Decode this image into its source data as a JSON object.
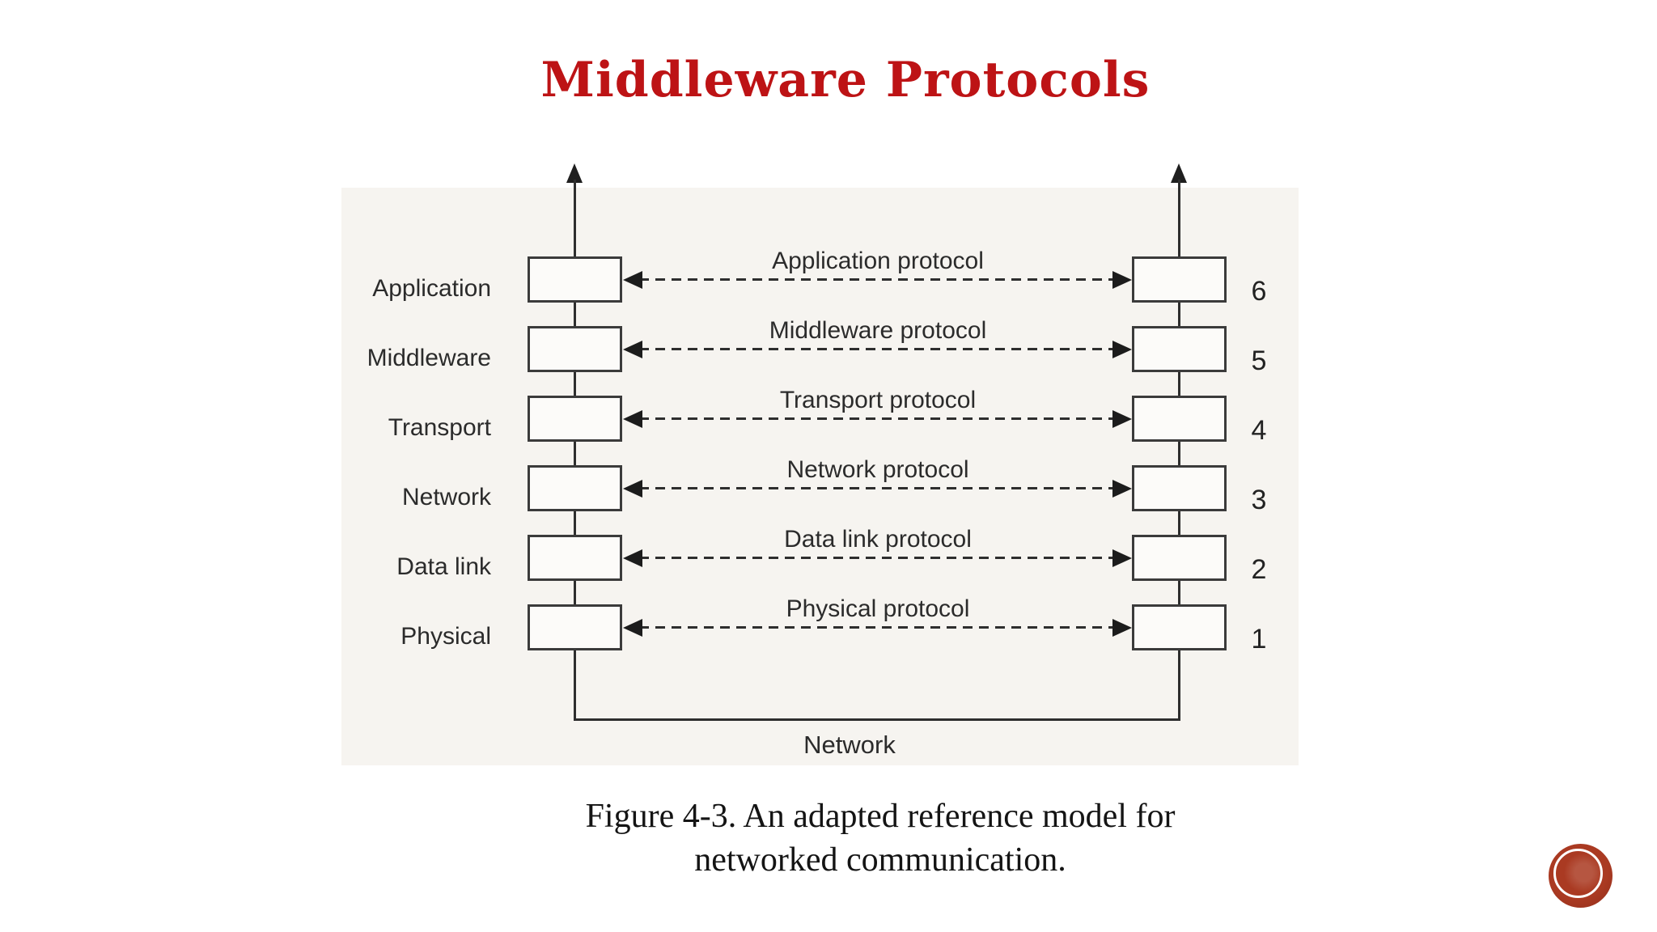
{
  "title": {
    "text": "Middleware Protocols",
    "color": "#bd1315"
  },
  "diagram": {
    "layers": [
      {
        "name": "Application",
        "protocol": "Application protocol",
        "number": "6"
      },
      {
        "name": "Middleware",
        "protocol": "Middleware protocol",
        "number": "5"
      },
      {
        "name": "Transport",
        "protocol": "Transport protocol",
        "number": "4"
      },
      {
        "name": "Network",
        "protocol": "Network protocol",
        "number": "3"
      },
      {
        "name": "Data link",
        "protocol": "Data link protocol",
        "number": "2"
      },
      {
        "name": "Physical",
        "protocol": "Physical protocol",
        "number": "1"
      }
    ],
    "bottom_label": "Network"
  },
  "caption": {
    "line1": "Figure 4-3. An adapted reference model for",
    "line2": "networked communication."
  },
  "logo": {
    "fill": "#a5371f",
    "ring": "#ffffff"
  }
}
